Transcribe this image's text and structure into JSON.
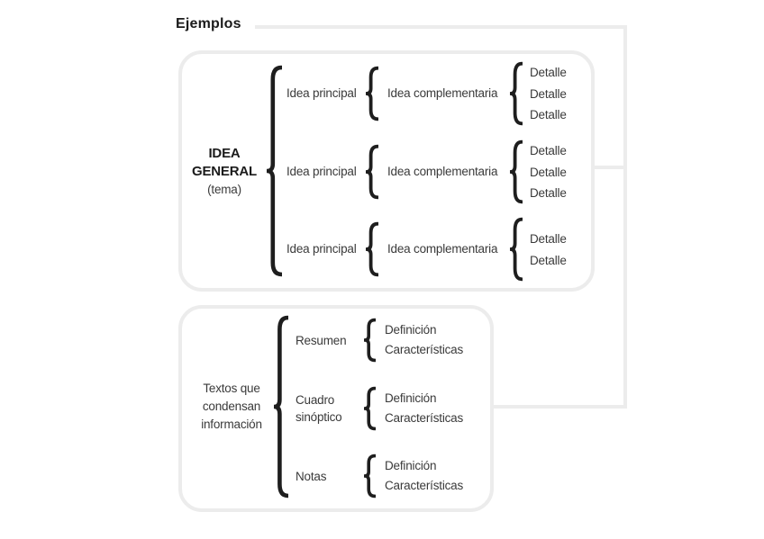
{
  "header": {
    "title": "Ejemplos"
  },
  "colors": {
    "connector": "#ececec",
    "text": "#3a3a3a",
    "heading": "#1b1b1b",
    "brace": "#1e1e1e"
  },
  "box1": {
    "root_heading": "IDEA GENERAL",
    "root_subtitle": "(tema)",
    "rows": [
      {
        "main": "Idea principal",
        "complement": "Idea complementaria",
        "details": [
          "Detalle",
          "Detalle",
          "Detalle"
        ]
      },
      {
        "main": "Idea principal",
        "complement": "Idea complementaria",
        "details": [
          "Detalle",
          "Detalle",
          "Detalle"
        ]
      },
      {
        "main": "Idea principal",
        "complement": "Idea complementaria",
        "details": [
          "Detalle",
          "Detalle"
        ]
      }
    ]
  },
  "box2": {
    "root_label": "Textos que condensan información",
    "rows": [
      {
        "label": "Resumen",
        "items": [
          "Definición",
          "Características"
        ]
      },
      {
        "label": "Cuadro sinóptico",
        "items": [
          "Definición",
          "Características"
        ]
      },
      {
        "label": "Notas",
        "items": [
          "Definición",
          "Características"
        ]
      }
    ]
  }
}
